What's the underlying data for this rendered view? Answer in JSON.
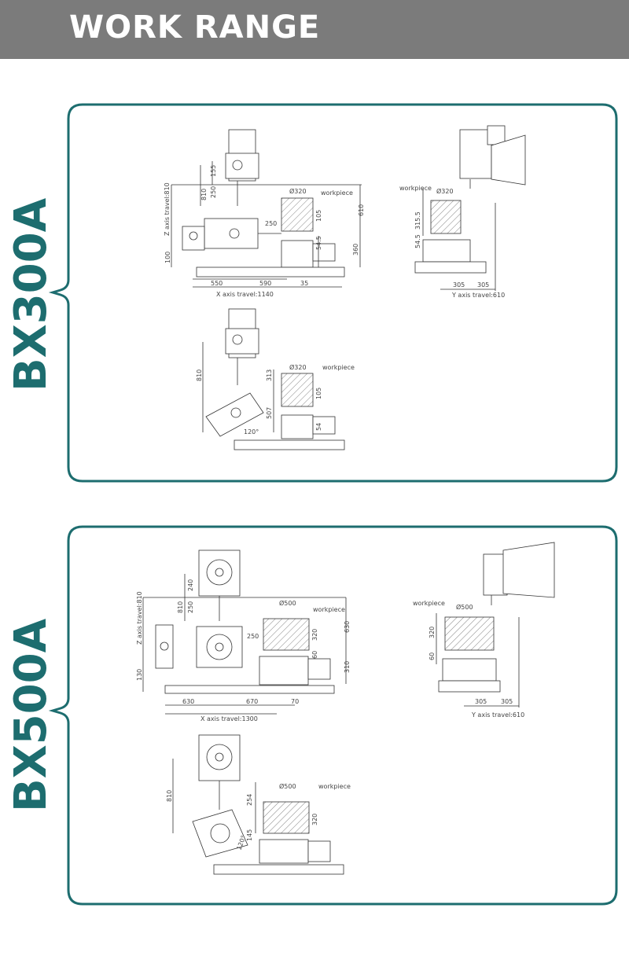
{
  "header": {
    "title": "WORK RANGE"
  },
  "colors": {
    "header_bg": "#7b7b7b",
    "accent": "#1d6d6f",
    "frame": "#1d6d6f"
  },
  "panel1": {
    "model": "BX300A",
    "side": {
      "workpiece": "workpiece",
      "dia": "Ø320",
      "ztravel": "Z axis travel:810",
      "xtravel": "X axis travel:1140",
      "d810": "810",
      "d155": "155",
      "d250": "250",
      "d250b": "250",
      "d105": "105",
      "d610": "610",
      "d54": "54.5",
      "d360": "360",
      "d100": "100",
      "d550": "550",
      "d590": "590",
      "d35": "35"
    },
    "front": {
      "workpiece": "workpiece",
      "dia": "Ø320",
      "d3155": "315.5",
      "d545": "54.5",
      "d305a": "305",
      "d305b": "305",
      "ytravel": "Y axis travel:610"
    },
    "tilt": {
      "workpiece": "workpiece",
      "dia": "Ø320",
      "d810": "810",
      "d313": "313",
      "d105": "105",
      "d507": "507",
      "d54": "54",
      "d120": "120°"
    }
  },
  "panel2": {
    "model": "BX500A",
    "side": {
      "workpiece": "workpiece",
      "dia": "Ø500",
      "ztravel": "Z axis travel:810",
      "xtravel": "X axis travel:1300",
      "d810": "810",
      "d240": "240",
      "d250": "250",
      "d250b": "250",
      "d320": "320",
      "d630": "630",
      "d60": "60",
      "d310": "310",
      "d130": "130",
      "d630x": "630",
      "d670": "670",
      "d70": "70"
    },
    "front": {
      "workpiece": "workpiece",
      "dia": "Ø500",
      "d320": "320",
      "d60": "60",
      "d305a": "305",
      "d305b": "305",
      "ytravel": "Y axis travel:610"
    },
    "tilt": {
      "workpiece": "workpiece",
      "dia": "Ø500",
      "d810": "810",
      "d254": "254",
      "d320": "320",
      "d145": "145",
      "d120": "120°"
    }
  }
}
